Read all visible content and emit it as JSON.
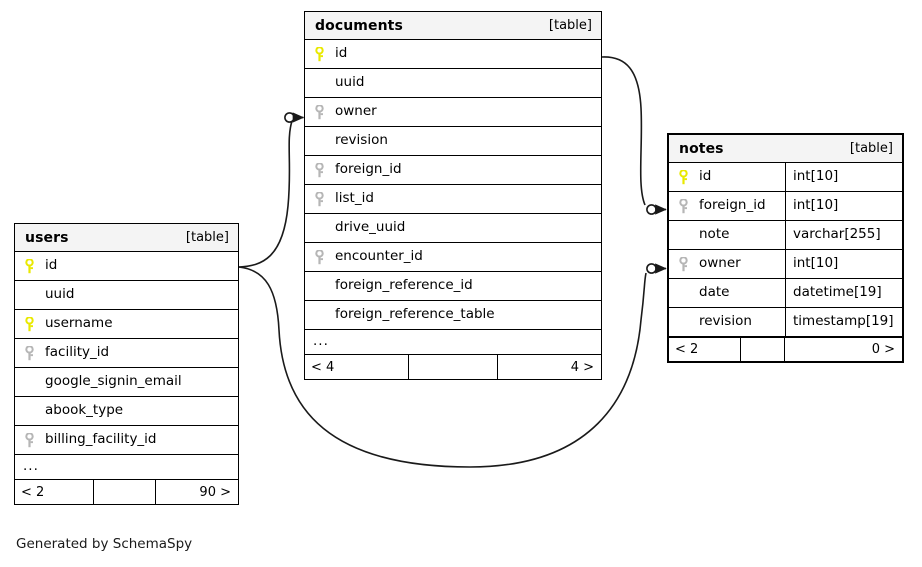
{
  "diagram": {
    "caption": "Generated by SchemaSpy",
    "kind_label": "[table]",
    "more_label": "...",
    "edge_color": "#1a1a1a"
  },
  "key_colors": {
    "primary": "#e9e900",
    "foreign": "#b6b6b6"
  },
  "tables": {
    "users": {
      "name": "users",
      "kind": "[table]",
      "columns": [
        {
          "name": "id",
          "key": "primary"
        },
        {
          "name": "uuid",
          "key": "none"
        },
        {
          "name": "username",
          "key": "primary"
        },
        {
          "name": "facility_id",
          "key": "foreign"
        },
        {
          "name": "google_signin_email",
          "key": "none"
        },
        {
          "name": "abook_type",
          "key": "none"
        },
        {
          "name": "billing_facility_id",
          "key": "foreign"
        }
      ],
      "more": "...",
      "footer": {
        "left": "< 2",
        "middle": "",
        "right": "90 >"
      }
    },
    "documents": {
      "name": "documents",
      "kind": "[table]",
      "columns": [
        {
          "name": "id",
          "key": "primary"
        },
        {
          "name": "uuid",
          "key": "none"
        },
        {
          "name": "owner",
          "key": "foreign"
        },
        {
          "name": "revision",
          "key": "none"
        },
        {
          "name": "foreign_id",
          "key": "foreign"
        },
        {
          "name": "list_id",
          "key": "foreign"
        },
        {
          "name": "drive_uuid",
          "key": "none"
        },
        {
          "name": "encounter_id",
          "key": "foreign"
        },
        {
          "name": "foreign_reference_id",
          "key": "none"
        },
        {
          "name": "foreign_reference_table",
          "key": "none"
        }
      ],
      "more": "...",
      "footer": {
        "left": "< 4",
        "middle": "",
        "right": "4 >"
      }
    },
    "notes": {
      "name": "notes",
      "kind": "[table]",
      "columns": [
        {
          "name": "id",
          "key": "primary",
          "type": "int[10]"
        },
        {
          "name": "foreign_id",
          "key": "foreign",
          "type": "int[10]"
        },
        {
          "name": "note",
          "key": "none",
          "type": "varchar[255]"
        },
        {
          "name": "owner",
          "key": "foreign",
          "type": "int[10]"
        },
        {
          "name": "date",
          "key": "none",
          "type": "datetime[19]"
        },
        {
          "name": "revision",
          "key": "none",
          "type": "timestamp[19]"
        }
      ],
      "footer": {
        "left": "< 2",
        "middle": "",
        "right": "0 >"
      }
    }
  },
  "relationships": [
    {
      "from_table": "users",
      "from_column": "id",
      "to_table": "documents",
      "to_column": "owner"
    },
    {
      "from_table": "users",
      "from_column": "id",
      "to_table": "notes",
      "to_column": "owner"
    },
    {
      "from_table": "documents",
      "from_column": "id",
      "to_table": "notes",
      "to_column": "foreign_id"
    }
  ]
}
